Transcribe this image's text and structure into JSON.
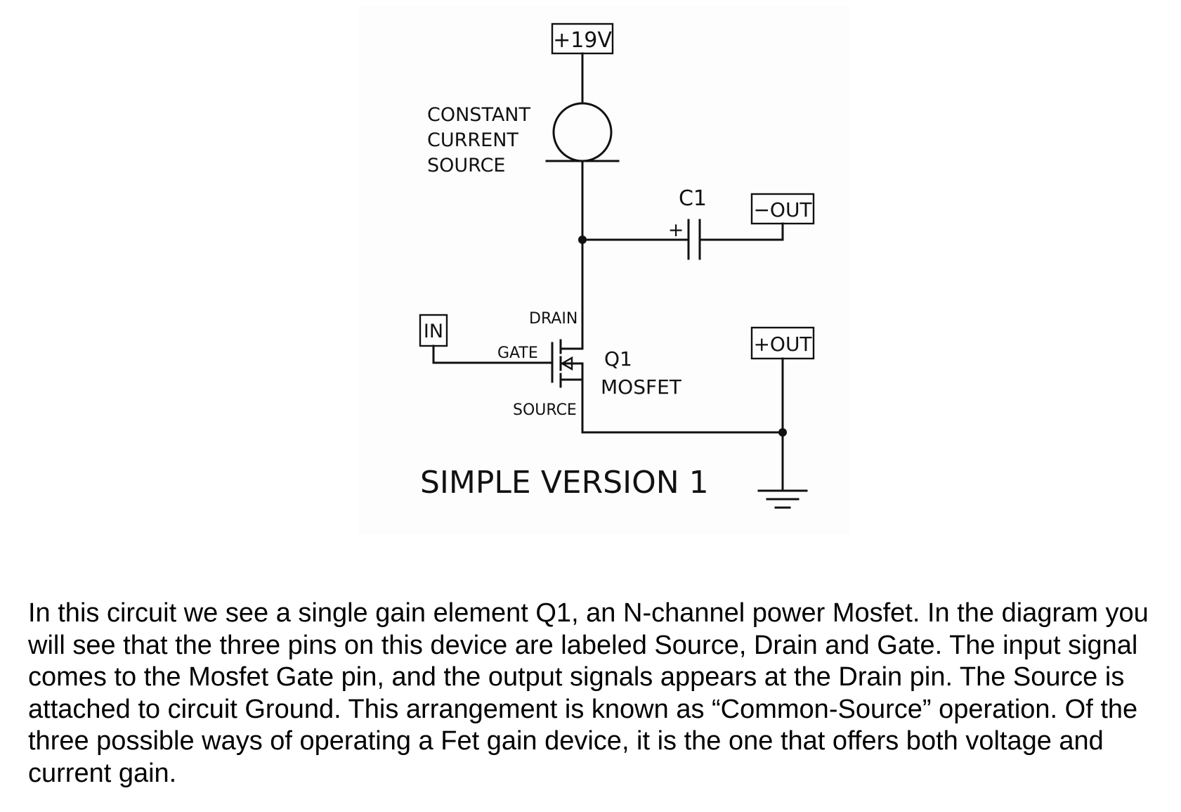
{
  "diagram": {
    "supply_label": "+19V",
    "current_source_label": [
      "CONSTANT",
      "CURRENT",
      "SOURCE"
    ],
    "capacitor_label": "C1",
    "capacitor_polarity": "+",
    "neg_out_label": "−OUT",
    "pos_out_label": "+OUT",
    "input_label": "IN",
    "drain_label": "DRAIN",
    "gate_label": "GATE",
    "source_label": "SOURCE",
    "transistor_name": "Q1",
    "transistor_type": "MOSFET",
    "title": "SIMPLE VERSION 1"
  },
  "caption": {
    "text": "In this circuit we see a single gain element Q1, an N-channel power Mosfet.  In the diagram you will see that the three pins on this device are labeled Source, Drain and Gate.  The input signal comes to the Mosfet Gate pin, and the output signals appears at the Drain pin.  The Source is attached to circuit Ground.  This arrangement is known as “Common-Source” operation.  Of the three possible ways of operating a Fet gain device, it is the one that offers both voltage and current gain."
  }
}
